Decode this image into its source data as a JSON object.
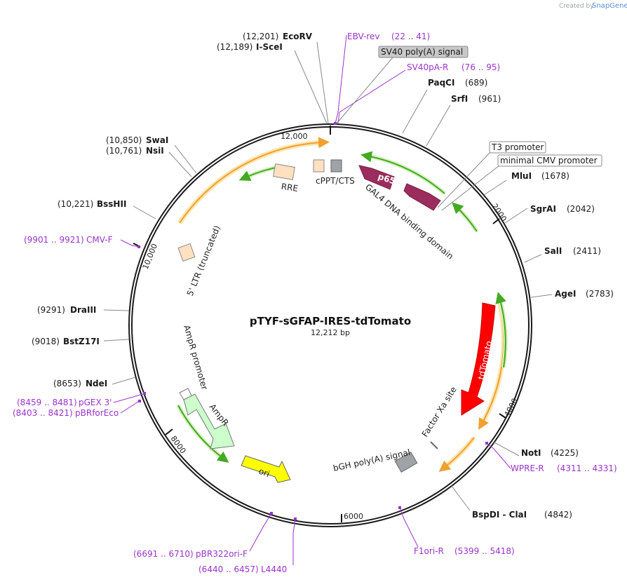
{
  "credit": {
    "prefix": "Created by",
    "brand": "SnapGene"
  },
  "plasmid": {
    "name": "pTYF-sGFAP-IRES-tdTomato",
    "size": "12,212 bp"
  },
  "ticks": [
    "12,000",
    "2000",
    "4000",
    "6000",
    "8000",
    "10,000"
  ],
  "sites": [
    {
      "id": "ecorv",
      "pos": "(12,201)",
      "name": "EcoRV"
    },
    {
      "id": "isce",
      "pos": "(12,189)",
      "name": "I-SceI"
    },
    {
      "id": "paqci",
      "pos": "(689)",
      "name": "PaqCI"
    },
    {
      "id": "srfi",
      "pos": "(961)",
      "name": "SrfI"
    },
    {
      "id": "mlui",
      "pos": "(1678)",
      "name": "MluI"
    },
    {
      "id": "sgrai",
      "pos": "(2042)",
      "name": "SgrAI"
    },
    {
      "id": "sali",
      "pos": "(2411)",
      "name": "SalI"
    },
    {
      "id": "agei",
      "pos": "(2783)",
      "name": "AgeI"
    },
    {
      "id": "noti",
      "pos": "(4225)",
      "name": "NotI"
    },
    {
      "id": "bspdi",
      "pos": "(4842)",
      "name": "BspDI - ClaI"
    },
    {
      "id": "swai",
      "pos": "(10,850)",
      "name": "SwaI"
    },
    {
      "id": "nsii",
      "pos": "(10,761)",
      "name": "NsiI"
    },
    {
      "id": "bsshii",
      "pos": "(10,221)",
      "name": "BssHII"
    },
    {
      "id": "draiii",
      "pos": "(9291)",
      "name": "DraIII"
    },
    {
      "id": "bstz17i",
      "pos": "(9018)",
      "name": "BstZ17I"
    },
    {
      "id": "ndei",
      "pos": "(8653)",
      "name": "NdeI"
    }
  ],
  "primers": [
    {
      "id": "ebvrev",
      "name": "EBV-rev",
      "range": "(22 .. 41)"
    },
    {
      "id": "sv40par",
      "name": "SV40pA-R",
      "range": "(76 .. 95)"
    },
    {
      "id": "cmvf",
      "name": "CMV-F",
      "range": "(9901 .. 9921)"
    },
    {
      "id": "pgex3",
      "name": "pGEX 3'",
      "range": "(8459 .. 8481)"
    },
    {
      "id": "pbrforeco",
      "name": "pBRforEco",
      "range": "(8403 .. 8421)"
    },
    {
      "id": "wprer",
      "name": "WPRE-R",
      "range": "(4311 .. 4331)"
    },
    {
      "id": "f1orir",
      "name": "F1ori-R",
      "range": "(5399 .. 5418)"
    },
    {
      "id": "pbr322orif",
      "name": "pBR322ori-F",
      "range": "(6691 .. 6710)"
    },
    {
      "id": "l4440",
      "name": "L4440",
      "range": "(6440 .. 6457)"
    }
  ],
  "boxed": {
    "sv40": "SV40 poly(A) signal",
    "t3": "T3 promoter",
    "mincmv": "minimal CMV promoter"
  },
  "features": {
    "rre": "RRE",
    "cppt": "cPPT/CTS",
    "gal4": "GAL4 DNA binding domain",
    "p65": "p65",
    "ltr": "5' LTR (truncated)",
    "ampr_promoter": "AmpR promoter",
    "ampr": "AmpR",
    "ori": "ori",
    "tdtomato": "tdTomato",
    "factorxa": "Factor Xa site",
    "bgh": "bGH poly(A) signal"
  },
  "colors": {
    "backbone": "#1a1a1a",
    "primer": "#9933cc",
    "orf_orange": "#f0a030",
    "orf_green": "#44aa22",
    "p65": "#9b2d5c",
    "tdtomato": "#ff0000",
    "ampr": "#ccffcc",
    "ori": "#ffff00",
    "rre": "#ffe0c0",
    "grey": "#9fa3a8"
  }
}
